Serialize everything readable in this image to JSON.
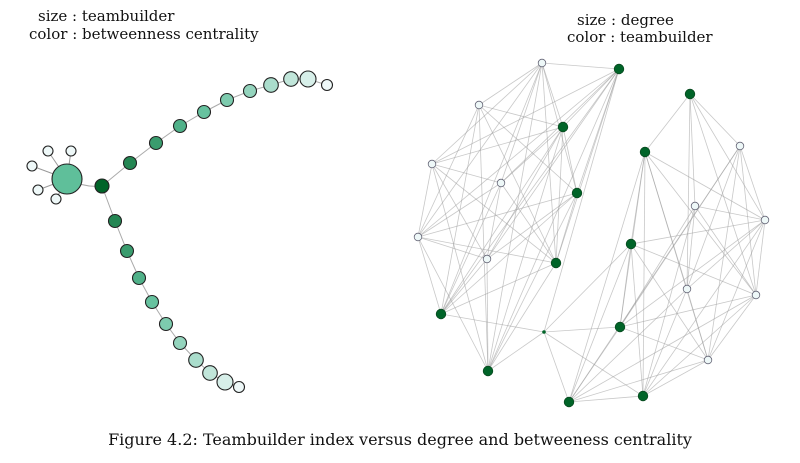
{
  "left_panel": {
    "size_label": "size : teambuilder",
    "color_label": "color : betweenness centrality"
  },
  "right_panel": {
    "size_label": "size : degree",
    "color_label": "color : teambuilder"
  },
  "caption": "Figure 4.2: Teambuilder index versus degree and betweeness centrality",
  "colors": {
    "dark_green": "#006428",
    "mid_green": "#41a373",
    "light_green": "#b9e3d6",
    "white_node": "#eef8f8",
    "edge": "#b0b0b0"
  }
}
